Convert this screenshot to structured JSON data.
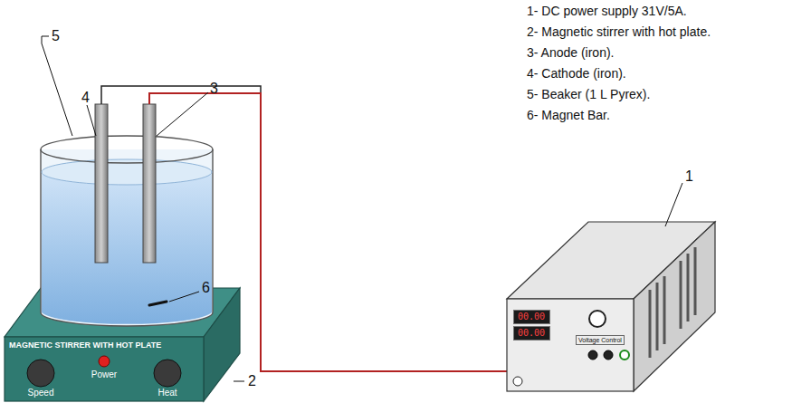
{
  "diagram": {
    "nodes": [
      {
        "text": [
          "MAGNETIC STIRRER WITH HOT PLATE",
          "Speed",
          "Power",
          "Heat"
        ]
      },
      {
        "text": [
          "00.00"
        ]
      },
      {
        "text": [
          "00.00"
        ]
      },
      {
        "text": [
          "Voltage Control"
        ]
      }
    ],
    "labels": [
      "5",
      "4",
      "3",
      "6",
      "1",
      "2",
      "1- DC power supply 31V/5A.",
      "2- Magnetic stirrer with hot plate.",
      "3- Anode (iron).",
      "4- Cathode (iron).",
      "5- Beaker (1 L Pyrex).",
      "6- Magnet Bar."
    ]
  }
}
